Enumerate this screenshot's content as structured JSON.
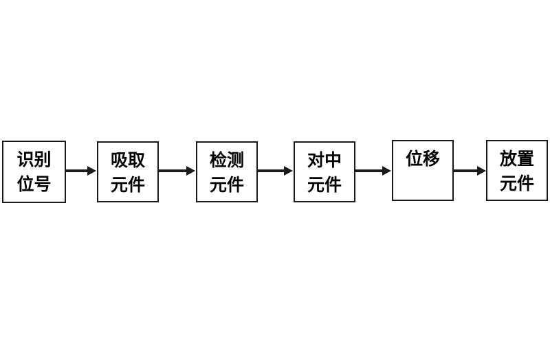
{
  "diagram": {
    "type": "process-flow",
    "orientation": "horizontal",
    "background_color": "#ffffff",
    "box_border_color": "#1a1a1a",
    "arrow_color": "#1a1a1a",
    "text_color": "#000000",
    "nodes": [
      {
        "id": "node-1",
        "label": "识别\n位号",
        "lines": [
          "识别",
          "位号"
        ],
        "line_count": 2
      },
      {
        "id": "node-2",
        "label": "吸取\n元件",
        "lines": [
          "吸取",
          "元件"
        ],
        "line_count": 2
      },
      {
        "id": "node-3",
        "label": "检测\n元件",
        "lines": [
          "检测",
          "元件"
        ],
        "line_count": 2
      },
      {
        "id": "node-4",
        "label": "对中\n元件",
        "lines": [
          "对中",
          "元件"
        ],
        "line_count": 2
      },
      {
        "id": "node-5",
        "label": "位移",
        "lines": [
          "位移"
        ],
        "line_count": 1
      },
      {
        "id": "node-6",
        "label": "放置\n元件",
        "lines": [
          "放置",
          "元件"
        ],
        "line_count": 2
      }
    ],
    "connectors": [
      {
        "id": "arrow-1",
        "from": "node-1",
        "to": "node-2"
      },
      {
        "id": "arrow-2",
        "from": "node-2",
        "to": "node-3"
      },
      {
        "id": "arrow-3",
        "from": "node-3",
        "to": "node-4"
      },
      {
        "id": "arrow-4",
        "from": "node-4",
        "to": "node-5"
      },
      {
        "id": "arrow-5",
        "from": "node-5",
        "to": "node-6"
      }
    ]
  }
}
